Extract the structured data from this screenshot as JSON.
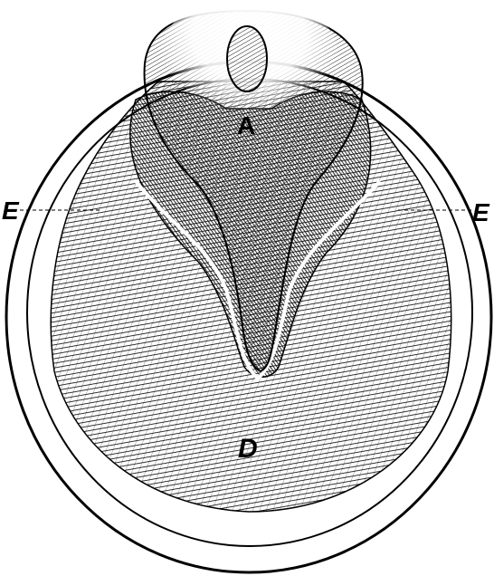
{
  "figure": {
    "labels": {
      "a": "A",
      "d": "D",
      "e_left": "E",
      "e_right": "E"
    },
    "colors": {
      "ink": "#000000",
      "paper": "#ffffff",
      "sole_tone": "#8a8a8a",
      "frog_tone": "#b5b5b5",
      "shadow_tone": "#1a1a1a"
    }
  }
}
